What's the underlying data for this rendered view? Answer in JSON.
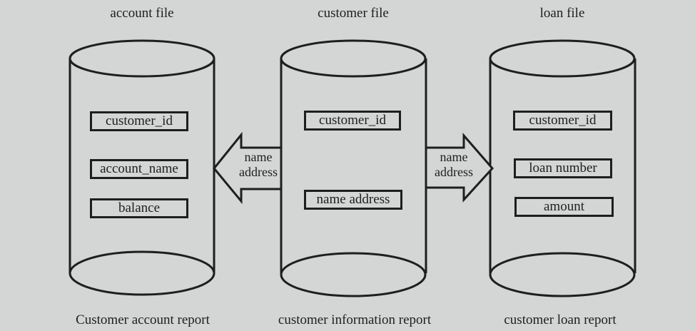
{
  "diagram": {
    "files": [
      {
        "title": "account file",
        "report": "Customer account report",
        "fields": [
          "customer_id",
          "account_name",
          "balance"
        ]
      },
      {
        "title": "customer file",
        "report": "customer information report",
        "fields": [
          "customer_id",
          "name address"
        ]
      },
      {
        "title": "loan file",
        "report": "customer loan report",
        "fields": [
          "customer_id",
          "loan number",
          "amount"
        ]
      }
    ],
    "arrows": [
      {
        "direction": "left",
        "from": "customer file",
        "to": "account file",
        "line1": "name",
        "line2": "address"
      },
      {
        "direction": "right",
        "from": "customer file",
        "to": "loan file",
        "line1": "name",
        "line2": "address"
      }
    ]
  }
}
